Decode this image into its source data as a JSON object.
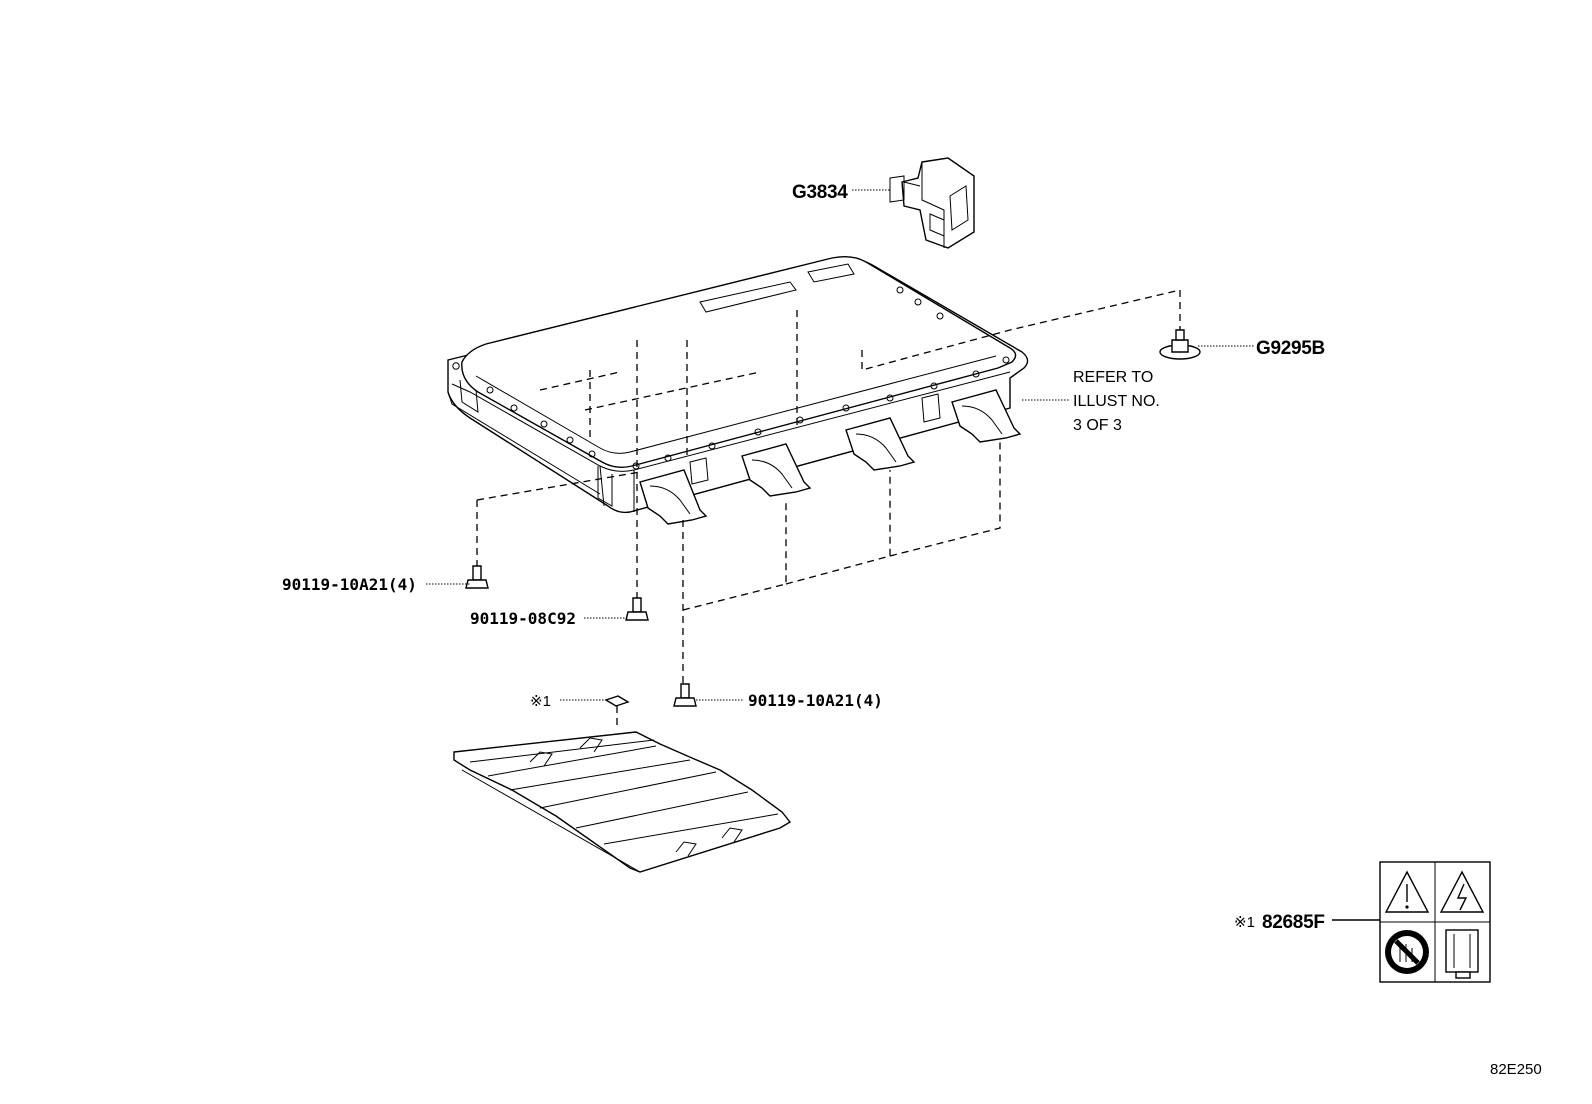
{
  "callouts": {
    "g3834": "G3834",
    "g9295b": "G9295B",
    "bolt_left": "90119-10A21(4)",
    "bolt_center": "90119-08C92",
    "bolt_lower": "90119-10A21(4)",
    "marker_ref": "※1",
    "label_part": "82685F",
    "label_marker": "※1"
  },
  "note": {
    "line1": "REFER TO",
    "line2": "ILLUST NO.",
    "line3": "3 OF 3"
  },
  "illustration_code": "82E250"
}
